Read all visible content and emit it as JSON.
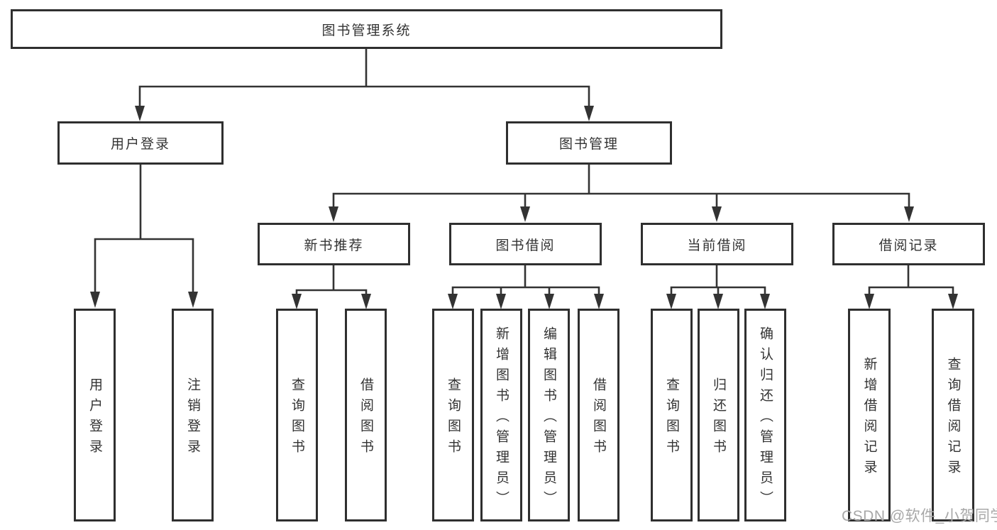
{
  "diagram": {
    "title": "图书管理系统",
    "level2": {
      "user_login": "用户登录",
      "book_mgmt": "图书管理"
    },
    "level3": {
      "new_book": "新书推荐",
      "book_borrow": "图书借阅",
      "current_borrow": "当前借阅",
      "borrow_record": "借阅记录"
    },
    "leaves": {
      "ul_login": "用户登录",
      "ul_logout": "注销登录",
      "nb_query": "查询图书",
      "nb_borrow": "借阅图书",
      "bb_query": "查询图书",
      "bb_add": "新增图书（管理员）",
      "bb_edit": "编辑图书（管理员）",
      "bb_borrow": "借阅图书",
      "cb_query": "查询图书",
      "cb_return": "归还图书",
      "cb_confirm": "确认归还（管理员）",
      "br_add": "新增借阅记录",
      "br_query": "查询借阅记录"
    }
  },
  "watermark": "CSDN @软件_小贺同学",
  "colors": {
    "line": "#333333",
    "text": "#333333",
    "background": "#ffffff",
    "watermark": "#a8a8a8"
  }
}
